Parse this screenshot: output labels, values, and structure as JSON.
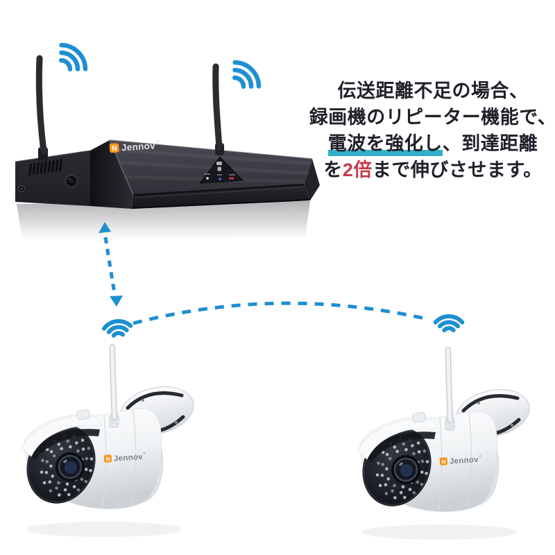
{
  "scene": {
    "background": "#ffffff"
  },
  "colors": {
    "accent_blue": "#1e8fd2",
    "highlight_cyan": "#31b0c8",
    "emphasis_red": "#c43b4b",
    "headline_text": "#20202a",
    "brand_orange": "#f7941d",
    "nvr_dark": "#2e2e36",
    "camera_white": "#f4f6f8"
  },
  "brand": {
    "name": "Jennov",
    "icon_letter": "N",
    "registered_mark": "®"
  },
  "headline": {
    "line1": "伝送距離不足の場合、",
    "line2": "録画機のリピーター機能で、",
    "line3_highlight": "電波を強化し",
    "line3_rest": "、到達距離",
    "line4_pre": "を",
    "line4_emphasis": "2倍",
    "line4_post": "まで伸びさせます。"
  },
  "nvr": {
    "status_led_colors": [
      "#e6e7ea",
      "#4054c8",
      "#b5373f"
    ]
  },
  "icons": {
    "wifi_emit_left": "wifi-signal-arcs",
    "wifi_emit_right": "wifi-signal-arcs",
    "camera_wifi_left": "wifi-icon",
    "camera_wifi_right": "wifi-icon",
    "nvr_camera_link": "bidirectional-dashed-arrow",
    "camera_camera_link": "dashed-wireless-arc"
  }
}
